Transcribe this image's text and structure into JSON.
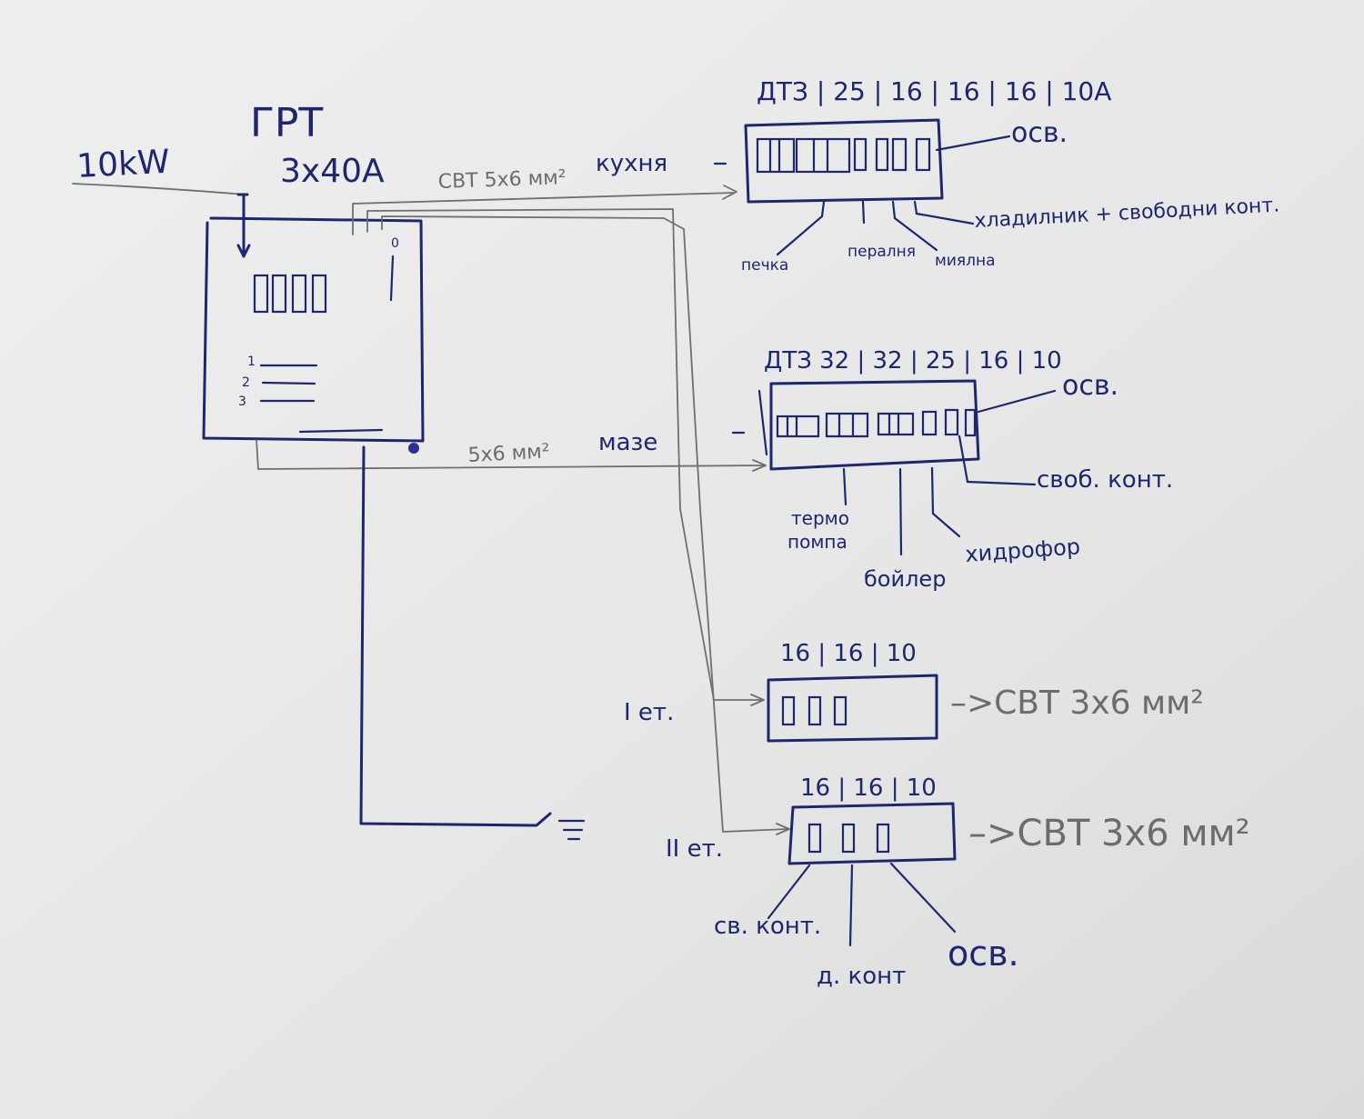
{
  "main_board": {
    "title": "ГРТ",
    "rating": "3x40A",
    "input_power": "10kW",
    "bus_labels": [
      "1",
      "2",
      "3"
    ],
    "switch_label": "0"
  },
  "cables": {
    "kitchen_cable": "СВТ 5x6 мм²",
    "basement_cable": "5x6 мм²"
  },
  "panels": {
    "kitchen": {
      "name": "кухня",
      "ratings": "ДТЗ | 25 | 16 | 16 | 16 | 10A",
      "right_label": "осв.",
      "right_label_2": "хладилник + свободни конт.",
      "bottom_labels": [
        "печка",
        "пералня",
        "миялна"
      ]
    },
    "basement": {
      "name": "мазе",
      "ratings": "ДТЗ 32 | 32 | 25 | 16 | 10",
      "right_label": "осв.",
      "right_label_2": "своб. конт.",
      "bottom_labels": [
        "термо",
        "помпа",
        "бойлер",
        "хидрофор"
      ]
    },
    "floor1": {
      "name": "I ет.",
      "ratings": "16 | 16 | 10",
      "cable": "–>СВТ 3x6 мм²"
    },
    "floor2": {
      "name": "II ет.",
      "ratings": "16 | 16 | 10",
      "cable": "–>СВТ 3x6 мм²",
      "bottom_labels": [
        "св. конт.",
        "д. конт",
        "осв."
      ]
    }
  },
  "colors": {
    "ink": "#1f2670",
    "pencil": "#6d6f70",
    "paper": "#e6e7e6"
  }
}
